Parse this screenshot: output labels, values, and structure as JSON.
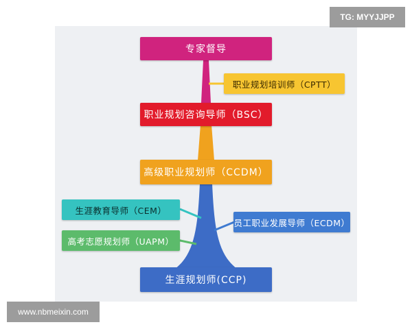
{
  "watermarks": {
    "top": "TG: MYYJJPP",
    "bottom": "www.nbmeixin.com"
  },
  "levels": [
    {
      "label": "专家督导",
      "color": "#d0237e"
    },
    {
      "label": "职业规划咨询导师（BSC）",
      "color": "#e21b2b"
    },
    {
      "label": "高级职业规划师（CCDM）",
      "color": "#f0a21e"
    },
    {
      "label": "生涯规划师(CCP)",
      "color": "#3d6cc6"
    }
  ],
  "branches": [
    {
      "label": "职业规划培训师（CPTT）",
      "color": "#f7c531"
    },
    {
      "label": "生涯教育导师（CEM）",
      "color": "#35c3c0"
    },
    {
      "label": "高考志愿规划师（UAPM）",
      "color": "#5cbb6b"
    },
    {
      "label": "员工职业发展导师（ECDM）",
      "color": "#3f7bd1"
    }
  ]
}
